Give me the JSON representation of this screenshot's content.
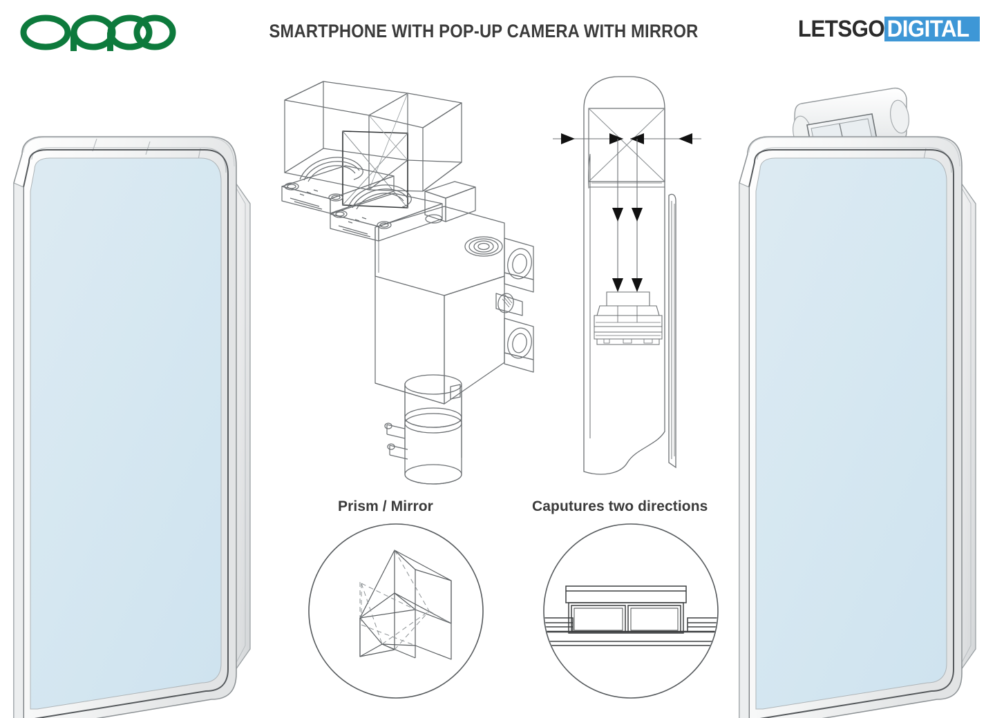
{
  "header": {
    "brand": "oppo",
    "brand_color": "#0d7a3c",
    "title": "SMARTPHONE WITH POP-UP CAMERA WITH MIRROR",
    "title_color": "#3b3b3b",
    "site_logo_part1": "LETSGO",
    "site_logo_part2": "DIGITAL",
    "site_logo_part1_color": "#2b2b2b",
    "site_logo_part2_bg": "#3e97d6",
    "site_logo_part2_color": "#ffffff"
  },
  "captions": {
    "prism_mirror": "Prism / Mirror",
    "captures_two_directions": "Caputures two directions"
  },
  "phones": {
    "left": {
      "name": "smartphone-front-view-camera-retracted",
      "screen_color": "#d5e7f1",
      "body_color": "#f2f3f3",
      "outline_color": "#8d9194",
      "camera_state": "retracted"
    },
    "right": {
      "name": "smartphone-front-view-camera-extended",
      "screen_color": "#d5e7f1",
      "body_color": "#f2f3f3",
      "outline_color": "#8d9194",
      "camera_state": "popped-up"
    }
  },
  "diagrams": {
    "exploded": {
      "name": "camera-module-exploded-isometric",
      "parts": [
        "prism-mirror-box",
        "lens-barrel-left",
        "lens-barrel-right",
        "sensor-board",
        "motor-bracket",
        "actuator-cylinder"
      ],
      "line_color": "#6b6f72"
    },
    "cross_section": {
      "name": "light-path-cross-section",
      "arrows_in": 2,
      "arrows_down": 2,
      "arrow_color": "#111111",
      "line_color": "#6b6f72"
    },
    "inset_prism": {
      "name": "prism-mirror-detail",
      "line_color": "#575b5e"
    },
    "inset_capture": {
      "name": "dual-direction-capture-detail",
      "line_color": "#3a3d3f"
    }
  }
}
